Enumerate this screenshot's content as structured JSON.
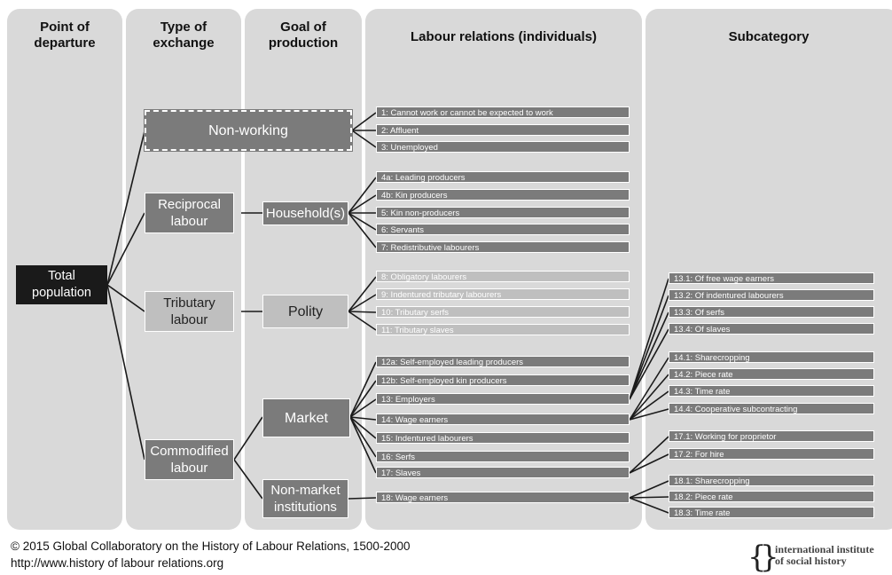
{
  "columns": {
    "departure": "Point of\ndeparture",
    "exchange": "Type of\nexchange",
    "goal": "Goal of\nproduction",
    "labour_relations": "Labour relations (individuals)",
    "subcategory": "Subcategory"
  },
  "nodes": {
    "total": "Total\npopulation",
    "non_working": "Non-working",
    "reciprocal": "Reciprocal\nlabour",
    "tributary": "Tributary\nlabour",
    "commodified": "Commodified\nlabour",
    "households": "Household(s)",
    "polity": "Polity",
    "market": "Market",
    "non_market": "Non-market\ninstitutions"
  },
  "relations": [
    "1: Cannot work or cannot be expected to work",
    "2: Affluent",
    "3: Unemployed",
    "4a: Leading producers",
    "4b: Kin producers",
    "5: Kin non-producers",
    "6: Servants",
    "7: Redistributive labourers",
    "8: Obligatory labourers",
    "9: Indentured tributary labourers",
    "10: Tributary serfs",
    "11: Tributary slaves",
    "12a: Self-employed leading producers",
    "12b: Self-employed kin producers",
    "13: Employers",
    "14: Wage earners",
    "15: Indentured labourers",
    "16: Serfs",
    "17: Slaves",
    "18: Wage earners"
  ],
  "subcategories": [
    "13.1: Of free wage earners",
    "13.2: Of indentured labourers",
    "13.3: Of serfs",
    "13.4: Of slaves",
    "14.1: Sharecropping",
    "14.2: Piece rate",
    "14.3: Time rate",
    "14.4: Cooperative subcontracting",
    "17.1: Working for proprietor",
    "17.2: For hire",
    "18.1: Sharecropping",
    "18.2: Piece rate",
    "18.3: Time rate"
  ],
  "footer": {
    "copyright": "© 2015 Global Collaboratory on the History of Labour Relations, 1500-2000",
    "url": "http://www.history of labour relations.org",
    "institute": "international institute\nof social history"
  },
  "colors": {
    "column_bg": "#d9d9d9",
    "dark_node": "#1a1a1a",
    "mid_node": "#7b7b7b",
    "light_node": "#bfbfbf"
  }
}
